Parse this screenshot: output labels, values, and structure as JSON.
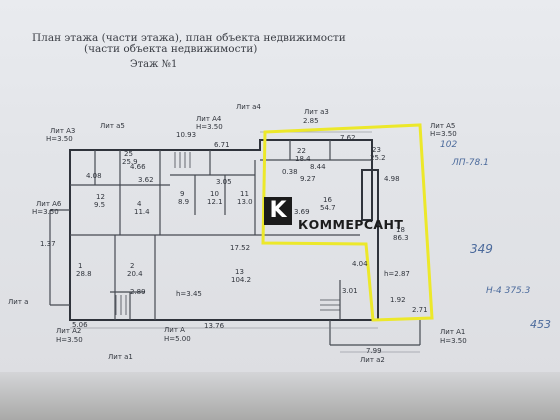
{
  "document": {
    "title_line1": "План этажа (части этажа), план объекта недвижимости",
    "title_line2": "(части объекта недвижимости)",
    "floor_label": "Этаж №1"
  },
  "labels": {
    "lit_a3": "Лит А3",
    "lit_a3_h": "Н=3.50",
    "lit_a5_top": "Лит а5",
    "lit_a4_small": "Лит а4",
    "lit_A4": "Лит А4",
    "lit_A4_h": "Н=3.50",
    "lit_a3_small": "Лит а3",
    "lit_A5": "Лит А5",
    "lit_A5_h": "Н=3.50",
    "lit_a6": "Лит А6",
    "lit_a6_h": "Н=3.50",
    "lit_a": "Лит а",
    "lit_A2": "Лит А2",
    "lit_A2_h": "Н=3.50",
    "lit_A": "Лит А",
    "lit_A_h": "Н=5.00",
    "lit_a1": "Лит а1",
    "lit_a2": "Лит а2",
    "lit_A1": "Лит А1",
    "lit_A1_h": "Н=3.50"
  },
  "rooms": [
    {
      "num": "1",
      "area": "28.8"
    },
    {
      "num": "2",
      "area": "20.4"
    },
    {
      "num": "4",
      "area": "11.4"
    },
    {
      "num": "9",
      "area": "8.9"
    },
    {
      "num": "10",
      "area": "12.1"
    },
    {
      "num": "11",
      "area": "13.0"
    },
    {
      "num": "12",
      "area": "9.5"
    },
    {
      "num": "13",
      "area": "104.2"
    },
    {
      "num": "16",
      "area": "54.7"
    },
    {
      "num": "18",
      "area": "86.3"
    },
    {
      "num": "22",
      "area": "18.4"
    },
    {
      "num": "23",
      "area": "25.2"
    },
    {
      "num": "25",
      "area": "25.9"
    }
  ],
  "heights": {
    "h_main": "h=3.45",
    "h_right": "h=2.87"
  },
  "dimensions": {
    "d1": "10.93",
    "d2": "6.71",
    "d3": "2.85",
    "d4": "7.62",
    "d5": "3.05",
    "d6": "4.98",
    "d7": "4.66",
    "d8": "3.62",
    "d9": "17.52",
    "d10": "13.76",
    "d11": "7.99",
    "d12": "5.06",
    "d13": "2.89",
    "d14": "1.37",
    "d15": "9.27",
    "d16": "0.38",
    "d17": "3.69",
    "d18": "3.01",
    "d19": "1.92",
    "d20": "2.71",
    "d21": "4.08",
    "d22": "8.44",
    "d23": "4.04"
  },
  "handwritten": {
    "n1": "102",
    "n2": "ЛП-78.1",
    "n3": "349",
    "n4": "Н-4 375.3",
    "n5": "453"
  },
  "brand": {
    "letter": "K",
    "name": "КОММЕРСАНТ"
  },
  "colors": {
    "highlight": "#ece82a",
    "ink": "#30343c",
    "pen": "#4b6a9c"
  }
}
